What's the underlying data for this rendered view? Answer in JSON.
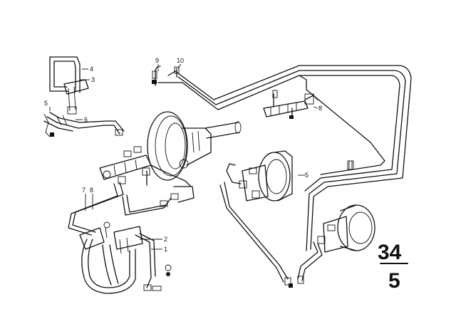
{
  "diagram": {
    "callouts": [
      "1",
      "2",
      "3",
      "4",
      "5",
      "6",
      "7",
      "8",
      "9",
      "10",
      "8",
      "5"
    ],
    "section_top": "34",
    "section_bottom": "5"
  }
}
